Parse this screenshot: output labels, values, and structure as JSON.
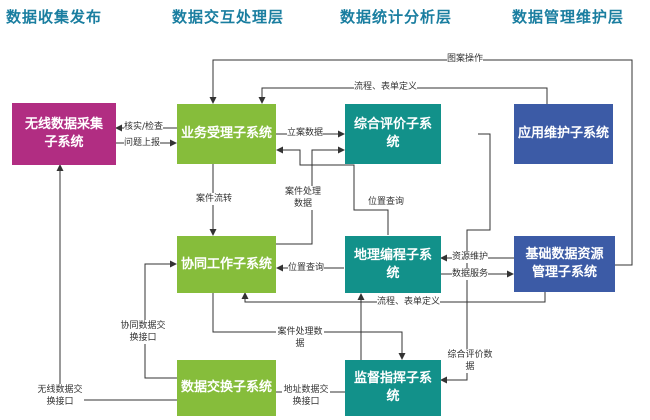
{
  "layers": {
    "collect": "数据收集发布",
    "process": "数据交互处理层",
    "analyze": "数据统计分析层",
    "manage": "数据管理维护层"
  },
  "systems": {
    "wireless": "无线数据采集子系统",
    "accept": "业务受理子系统",
    "evaluate": "综合评价子系统",
    "app_maint": "应用维护子系统",
    "cooperate": "协同工作子系统",
    "geo": "地理编程子系统",
    "base_data": "基础数据资源管理子系统",
    "exchange": "数据交换子系统",
    "supervise": "监督指挥子系统"
  },
  "labels": {
    "map_ops": "图案操作",
    "flow_forms_top": "流程、表单定义",
    "verify": "核实/检查",
    "report": "问题上报",
    "case_data": "立案数据",
    "case_transfer": "案件流转",
    "case_handle_data": "案件处理数据",
    "location_query_top": "位置查询",
    "location_query": "位置查询",
    "resource_maint": "资源维护",
    "data_service": "数据服务",
    "flow_forms_bottom": "流程、表单定义",
    "coop_interface": "协同数据交换接口",
    "case_handle_data_2": "案件处理数据",
    "eval_data": "综合评价数据",
    "wireless_interface": "无线数据交换接口",
    "address_interface": "地址数据交换接口"
  },
  "colors": {
    "layer_title": "#1a7ea0",
    "purple": "#b12d82",
    "green": "#86bd3b",
    "teal": "#12918a",
    "blue": "#3c5ba6",
    "line": "#333333"
  }
}
